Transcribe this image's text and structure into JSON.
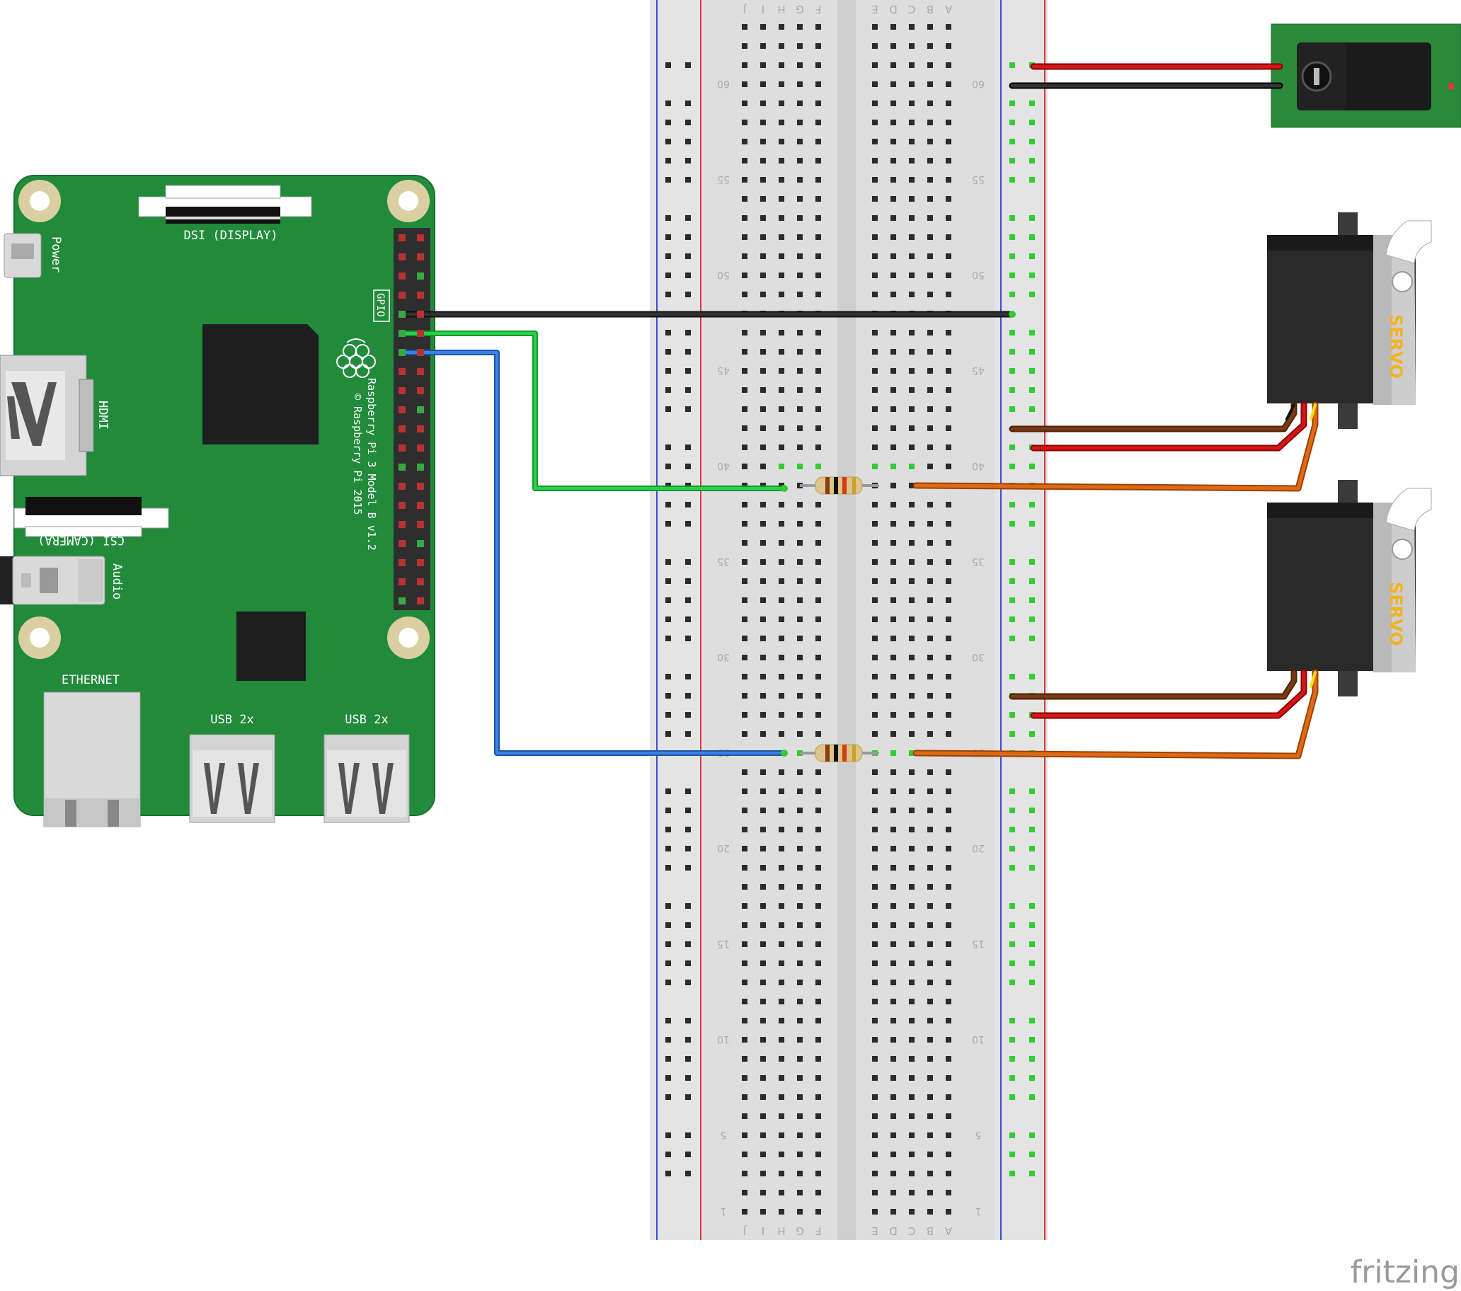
{
  "pi": {
    "dsi_label": "DSI (DISPLAY)",
    "power_label": "Power",
    "gpio_label": "GPIO",
    "hdmi_label": "HDMI",
    "csi_label": "CSI (CAMERA)",
    "audio_label": "Audio",
    "ethernet_label": "ETHERNET",
    "usb1_label": "USB 2x",
    "usb2_label": "USB 2x",
    "model_line1": "Raspberry Pi 3 Model B v1.2",
    "model_line2": "© Raspberry Pi 2015"
  },
  "breadboard": {
    "row_numbers": [
      "1",
      "5",
      "10",
      "15",
      "20",
      "25",
      "30",
      "35",
      "40",
      "45",
      "50",
      "55",
      "60"
    ],
    "letters_left": [
      "J",
      "I",
      "H",
      "G",
      "F"
    ],
    "letters_right": [
      "E",
      "D",
      "C",
      "B",
      "A"
    ]
  },
  "servos": [
    {
      "label": "SERVO"
    },
    {
      "label": "SERVO"
    }
  ],
  "watermark": "fritzing",
  "colors": {
    "pi_board": "#218b3b",
    "wire_black": "#222222",
    "wire_green": "#1bbb3a",
    "wire_blue": "#2a6fcf",
    "wire_red": "#cc1111",
    "wire_brown": "#7a3a12",
    "wire_orange": "#e06a14",
    "breadboard": "#dedede"
  }
}
